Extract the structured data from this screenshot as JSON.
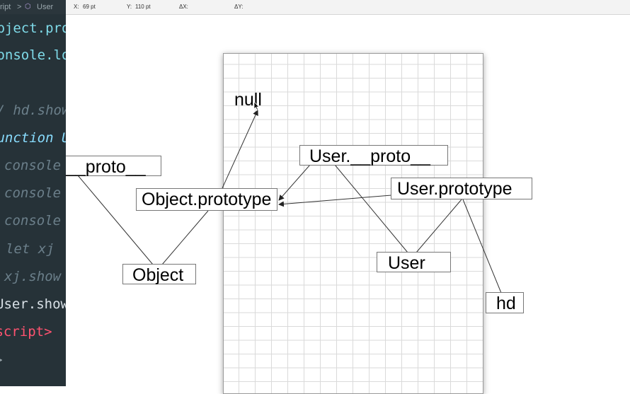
{
  "editor": {
    "breadcrumb": {
      "segment": "script",
      "separator": ">",
      "icon": "cube-icon",
      "symbol": "User"
    },
    "lines": [
      {
        "text": "Object.proto",
        "style": "c-cyan"
      },
      {
        "text": "console.lo",
        "style": "c-cyan"
      },
      {
        "text": "",
        "style": "c-light"
      },
      {
        "text": "// hd.show",
        "style": "c-comment"
      },
      {
        "text": "function Us",
        "style": "c-keyword"
      },
      {
        "text": "console",
        "style": "c-comment"
      },
      {
        "text": "console",
        "style": "c-comment"
      },
      {
        "text": "console",
        "style": "c-comment"
      },
      {
        "text": "let xj",
        "style": "c-comment"
      },
      {
        "text": "xj.show",
        "style": "c-comment"
      },
      {
        "text": "User.show(",
        "style": "c-light"
      },
      {
        "text": "/script>",
        "style": "c-pink"
      },
      {
        "text": ">",
        "style": "c-arrow"
      }
    ]
  },
  "toolbar": {
    "x_label": "X:",
    "x_value": "69 pt",
    "y_label": "Y:",
    "y_value": "110 pt",
    "dx_label": "ΔX:",
    "dy_label": "ΔY:"
  },
  "diagram": {
    "nodes": {
      "null": "null",
      "proto": "__proto__",
      "object_prototype": "Object.prototype",
      "object": "Object",
      "user_proto": "User.__proto__",
      "user_prototype": "User.prototype",
      "user": "User",
      "hd": "hd"
    }
  }
}
